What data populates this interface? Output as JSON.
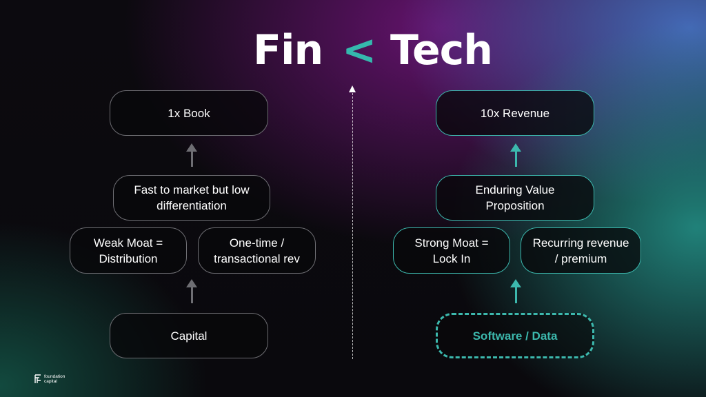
{
  "title": {
    "left": "Fin",
    "operator": "<",
    "right": "Tech"
  },
  "left_column": {
    "top": "1x Book",
    "middle": "Fast to market but low\ndifferentiation",
    "pair_left": "Weak Moat =\nDistribution",
    "pair_right": "One-time /\ntransactional rev",
    "bottom": "Capital"
  },
  "right_column": {
    "top": "10x Revenue",
    "middle": "Enduring Value\nProposition",
    "pair_left": "Strong Moat =\nLock In",
    "pair_right": "Recurring revenue\n/ premium",
    "bottom": "Software / Data"
  },
  "logo": {
    "text": "foundation\ncapital"
  },
  "colors": {
    "accent": "#3cb8ad",
    "grey_border": "#6e6e73",
    "text": "#ffffff"
  }
}
